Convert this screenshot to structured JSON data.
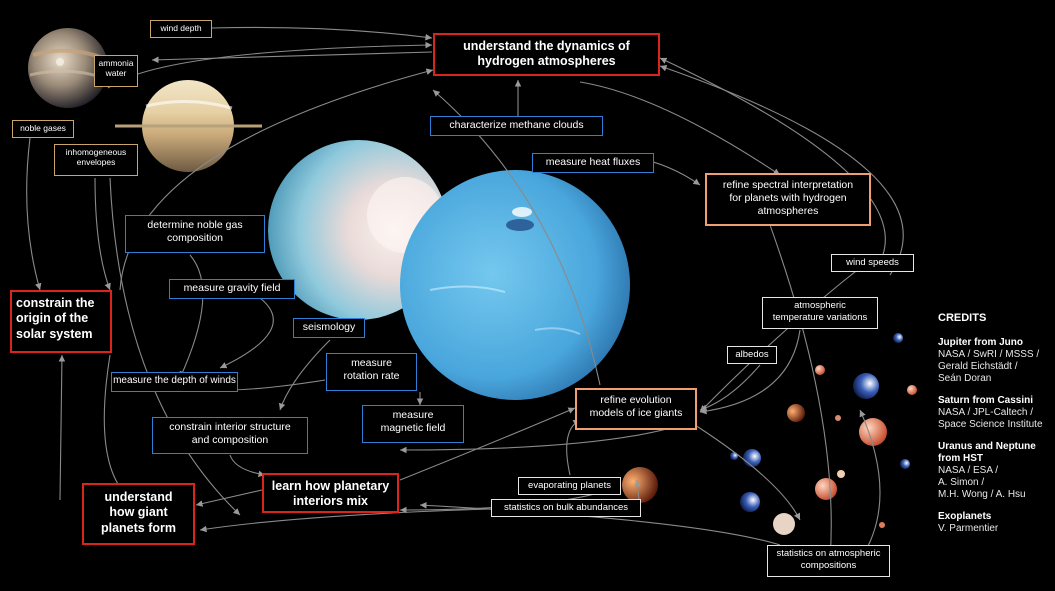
{
  "nodes": {
    "hydrogen_dynamics": "understand the dynamics of\nhydrogen atmospheres",
    "origin_solar": "constrain the\norigin of the\nsolar system",
    "giant_form": "understand\nhow giant\nplanets form",
    "interiors_mix": "learn how planetary\ninteriors mix",
    "methane_clouds": "characterize methane clouds",
    "heat_fluxes": "measure heat fluxes",
    "noble_gas": "determine noble gas\ncomposition",
    "gravity_field": "measure gravity field",
    "seismology": "seismology",
    "depth_winds": "measure the depth of winds",
    "rotation_rate": "measure\nrotation rate",
    "magnetic_field": "measure\nmagnetic field",
    "interior_structure": "constrain interior structure\nand composition",
    "spectral": "refine spectral interpretation\nfor planets with hydrogen\natmospheres",
    "evolution": "refine evolution\nmodels of ice giants",
    "wind_speeds": "wind speeds",
    "temp_variations": "atmospheric\ntemperature variations",
    "albedos": "albedos",
    "evaporating": "evaporating planets",
    "bulk_abundances": "statistics on bulk abundances",
    "atm_compositions": "statistics on atmospheric\ncompositions",
    "wind_depth": "wind depth",
    "ammonia_water": "ammonia\nwater",
    "noble_gases": "noble gases",
    "inhomogeneous": "inhomogeneous\nenvelopes"
  },
  "credits": {
    "heading": "CREDITS",
    "items": [
      {
        "title": "Jupiter from Juno",
        "detail": "NASA / SwRI / MSSS /\nGerald Eichstädt /\nSeán Doran"
      },
      {
        "title": "Saturn from Cassini",
        "detail": "NASA / JPL-Caltech /\nSpace Science Institute"
      },
      {
        "title": "Uranus and Neptune\nfrom HST",
        "detail": "NASA / ESA /\nA. Simon /\nM.H. Wong / A. Hsu"
      },
      {
        "title": "Exoplanets",
        "detail": "V. Parmentier"
      }
    ]
  },
  "colors": {
    "goal_border": "#d9261c",
    "measurement_border": "#2f7fd6",
    "model_border": "#f0a070",
    "observable_border": "#e6e6e6",
    "solar_system_border": "#c8a66a",
    "arrow": "#8a8a8a"
  },
  "images": [
    "jupiter",
    "saturn",
    "uranus",
    "neptune",
    "exoplanets"
  ]
}
